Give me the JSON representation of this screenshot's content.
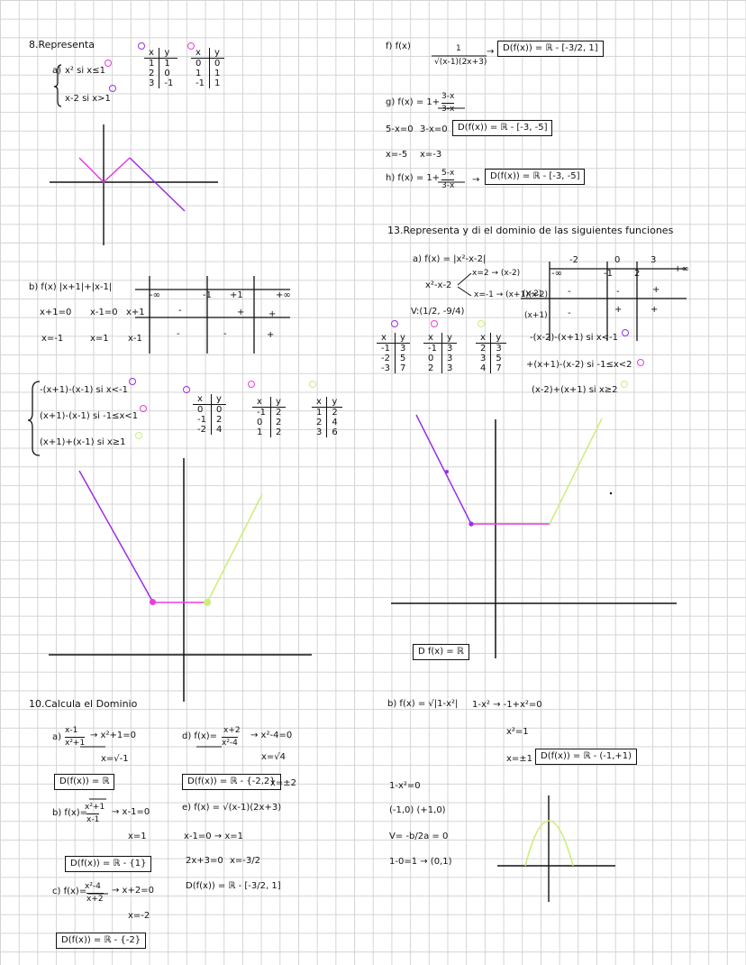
{
  "colors": {
    "ink": "#111111",
    "magenta": "#e83ee0",
    "purple": "#9a2ee6",
    "lime": "#c9ee7a",
    "grid": "#d4d4d4"
  },
  "ex8": {
    "title": "8.Representa",
    "part_a": {
      "label": "a)",
      "piece1": "x² si x≤1",
      "piece2": "x-2 si x>1"
    },
    "table1": {
      "header": [
        "x",
        "y"
      ],
      "rows": [
        [
          "1",
          "1"
        ],
        [
          "2",
          "0"
        ],
        [
          "3",
          "-1"
        ]
      ]
    },
    "table2": {
      "header": [
        "x",
        "y"
      ],
      "rows": [
        [
          "0",
          "0"
        ],
        [
          "1",
          "1"
        ],
        [
          "-1",
          "1"
        ]
      ]
    },
    "part_b": {
      "label": "b) f(x) |x+1|+|x-1|",
      "eq1": "x+1=0",
      "eq2": "x-1=0",
      "sol1": "x=-1",
      "sol2": "x=1"
    },
    "sign_table": {
      "row1": "x+1",
      "row2": "x-1",
      "head": [
        "-∞",
        "-1",
        "+1",
        "+∞"
      ],
      "r1": [
        "-",
        "+",
        "+"
      ],
      "r2": [
        "-",
        "-",
        "+"
      ]
    },
    "pieces": [
      "-(x+1)-(x-1) si x<-1",
      "(x+1)-(x-1) si -1≤x<1",
      "(x+1)+(x-1) si x≥1"
    ],
    "table3": {
      "header": [
        "x",
        "y"
      ],
      "rows": [
        [
          "0",
          "0"
        ],
        [
          "-1",
          "2"
        ],
        [
          "-2",
          "4"
        ]
      ]
    },
    "table4": {
      "header": [
        "x",
        "y"
      ],
      "rows": [
        [
          "-1",
          "2"
        ],
        [
          "0",
          "2"
        ],
        [
          "1",
          "2"
        ]
      ]
    },
    "table5": {
      "header": [
        "x",
        "y"
      ],
      "rows": [
        [
          "1",
          "2"
        ],
        [
          "2",
          "4"
        ],
        [
          "3",
          "6"
        ]
      ]
    }
  },
  "ex10": {
    "title": "10.Calcula el Dominio",
    "a": {
      "label": "a)",
      "num": "x-1",
      "den": "x²+1",
      "eq": "→ x²+1=0",
      "sol": "x=√-1",
      "domain": "D(f(x)) = ℝ"
    },
    "b": {
      "label": "b) f(x)=",
      "num": "x²+1",
      "den": "x-1",
      "eq": "→ x-1=0",
      "sol": "x=1",
      "domain": "D(f(x)) = ℝ - {1}"
    },
    "c": {
      "label": "c) f(x)=",
      "num": "x²-4",
      "den": "x+2",
      "eq": "→ x+2=0",
      "sol": "x=-2",
      "domain": "D(f(x)) = ℝ - {-2}"
    },
    "d": {
      "label": "d) f(x)=",
      "num": "x+2",
      "den": "x²-4",
      "eq": "→ x²-4=0",
      "sol": "x=√4",
      "domain": "D(f(x)) = ℝ - {-2,2}",
      "note": "x=±2"
    },
    "e": {
      "label": "e) f(x) = √(x-1)(2x+3)",
      "eq1": "x-1=0 → x=1",
      "eq2": "2x+3=0",
      "sol2": "x=-3/2",
      "domain": "D(f(x)) = ℝ - [-3/2, 1]"
    }
  },
  "ex12": {
    "f": {
      "label": "f) f(x)",
      "num": "1",
      "den": "√(x-1)(2x+3)",
      "domain": "D(f(x)) = ℝ - [-3/2, 1]"
    },
    "g": {
      "label": "g) f(x) = 1+",
      "num": "3-x",
      "den": "3-x",
      "eq1": "5-x=0",
      "eq2": "3-x=0",
      "sol1": "x=-5",
      "sol2": "x=-3",
      "domain": "D(f(x)) = ℝ - [-3, -5]"
    },
    "h": {
      "label": "h) f(x) = 1+",
      "num": "5-x",
      "den": "3-x",
      "domain": "D(f(x)) = ℝ - [-3, -5]"
    }
  },
  "ex13": {
    "title": "13.Representa y di el dominio de las siguientes funciones",
    "a": {
      "label": "a) f(x) = |x²-x-2|",
      "poly": "x²-x-2",
      "root1": "x=2 → (x-2)",
      "root2": "x=-1 → (x+1)(x-2)",
      "vertex": "V:(1/2, -9/4)"
    },
    "sign_table": {
      "head": [
        "-∞",
        "-1",
        "2",
        "+∞"
      ],
      "row1": "(x-2)",
      "row2": "(x+1)",
      "r1": [
        "-",
        "-",
        "+"
      ],
      "r2": [
        "-",
        "+",
        "+"
      ],
      "top": [
        "-2",
        "0",
        "3"
      ]
    },
    "table1": {
      "header": [
        "x",
        "y"
      ],
      "rows": [
        [
          "-1",
          "3"
        ],
        [
          "-2",
          "5"
        ],
        [
          "-3",
          "7"
        ]
      ]
    },
    "table2": {
      "header": [
        "x",
        "y"
      ],
      "rows": [
        [
          "-1",
          "3"
        ],
        [
          "0",
          "3"
        ],
        [
          "2",
          "3"
        ]
      ]
    },
    "table3": {
      "header": [
        "x",
        "y"
      ],
      "rows": [
        [
          "2",
          "3"
        ],
        [
          "3",
          "5"
        ],
        [
          "4",
          "7"
        ]
      ]
    },
    "pieces": [
      "-(x-2)-(x+1) si x<-1",
      "+(x+1)-(x-2) si -1≤x<2",
      "(x-2)+(x+1) si x≥2"
    ],
    "domain": "D f(x) = ℝ",
    "b": {
      "label": "b) f(x) = √|1-x²|",
      "eq": "1-x² → -1+x²=0",
      "sq": "x²=1",
      "sol": "x=±1",
      "domain": "D(f(x)) = ℝ - (-1,+1)",
      "l1": "1-x²=0",
      "l2": "(-1,0) (+1,0)",
      "l3": "V= -b/2a = 0",
      "l4": "1-0=1 → (0,1)"
    }
  }
}
